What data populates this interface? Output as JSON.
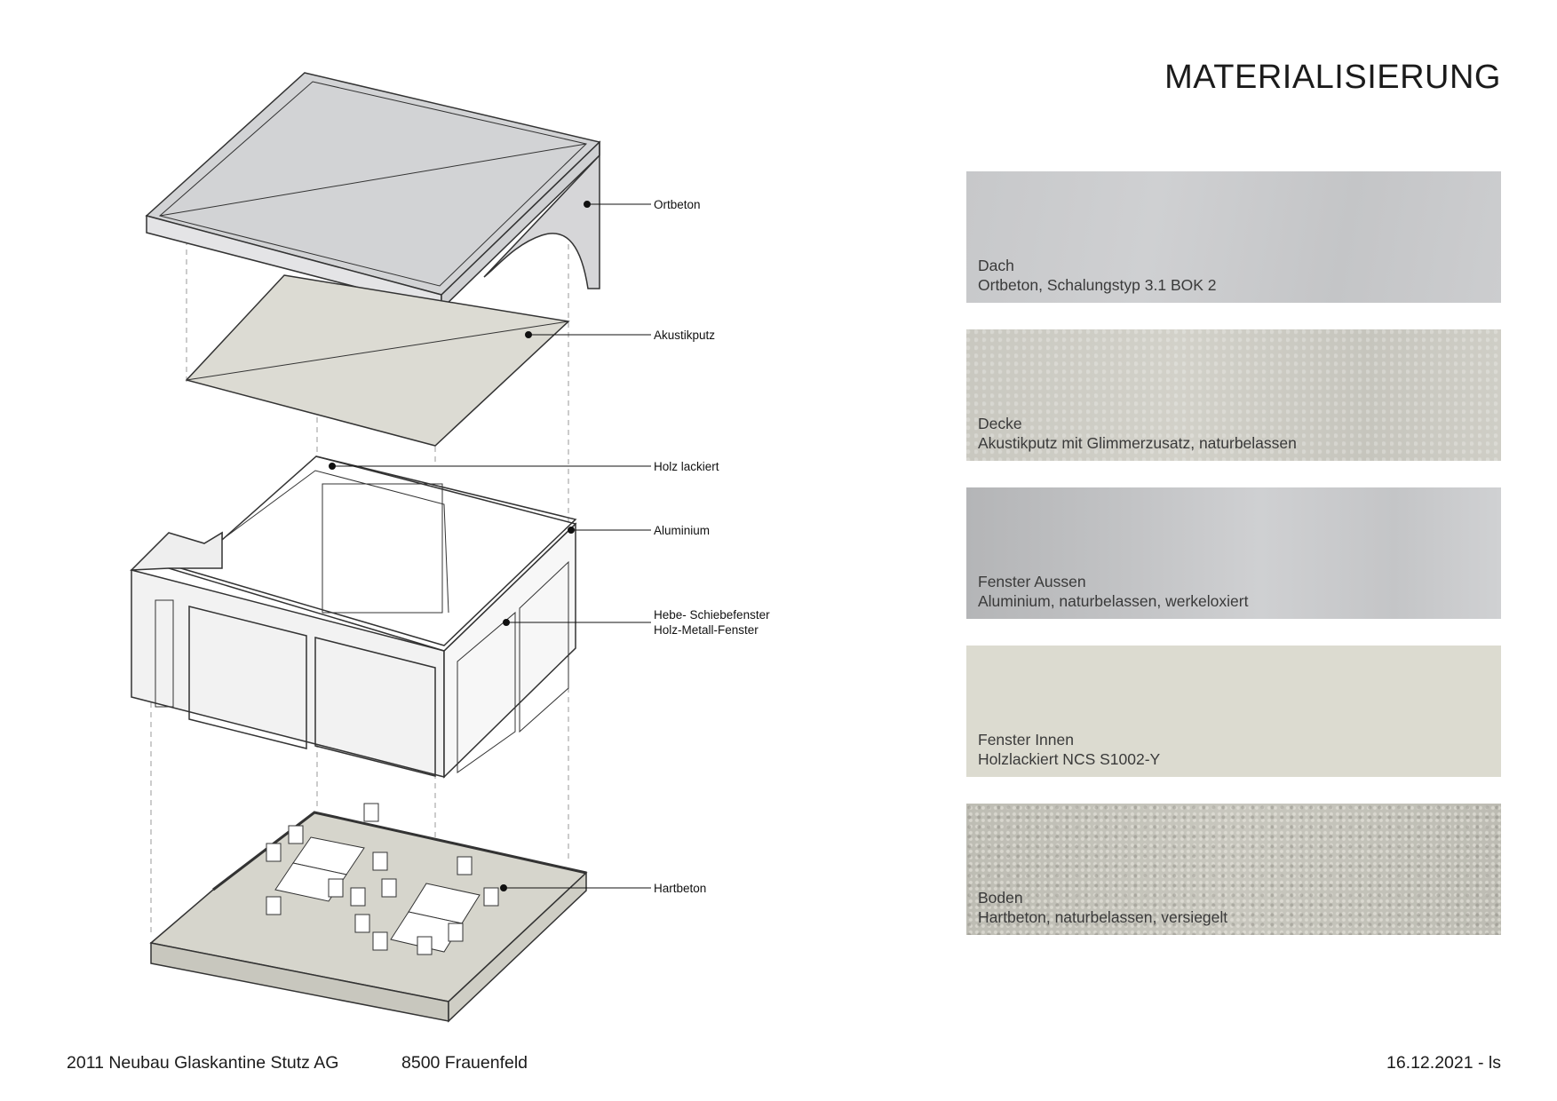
{
  "title": "MATERIALISIERUNG",
  "labels": {
    "ortbeton": "Ortbeton",
    "akustikputz": "Akustikputz",
    "holz": "Holz lackiert",
    "aluminium": "Aluminium",
    "fenster_1": "Hebe- Schiebefenster",
    "fenster_2": "Holz-Metall-Fenster",
    "hartbeton": "Hartbeton"
  },
  "swatches": [
    {
      "name": "Dach",
      "desc": "Ortbeton, Schalungstyp 3.1 BOK 2",
      "color": "#cbcccd"
    },
    {
      "name": "Decke",
      "desc": "Akustikputz mit Glimmerzusatz, naturbelassen",
      "color": "#cccbc3"
    },
    {
      "name": "Fenster Aussen",
      "desc": "Aluminium, naturbelassen, werkeloxiert",
      "color": "#c3c4c6"
    },
    {
      "name": "Fenster Innen",
      "desc": "Holzlackiert NCS S1002-Y",
      "color": "#dcdbd0"
    },
    {
      "name": "Boden",
      "desc": "Hartbeton, naturbelassen, versiegelt",
      "color": "#c2c1b8"
    }
  ],
  "footer": {
    "project": "2011 Neubau Glaskantine Stutz AG",
    "location": "8500 Frauenfeld",
    "date": "16.12.2021  - ls"
  }
}
